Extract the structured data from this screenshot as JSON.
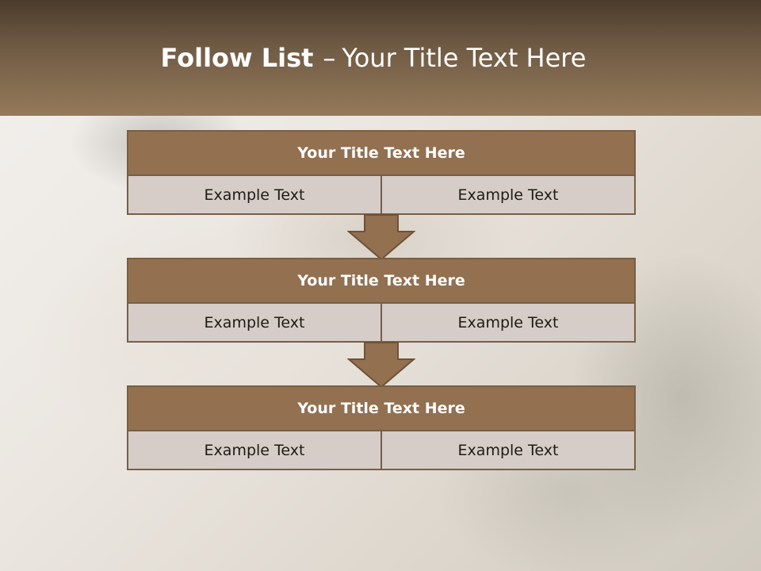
{
  "slide": {
    "title_strong": "Follow List",
    "title_separator": "–",
    "title_rest": "Your Title Text Here"
  },
  "blocks": [
    {
      "title": "Your Title Text Here",
      "left_text": "Example Text",
      "right_text": "Example Text"
    },
    {
      "title": "Your Title Text Here",
      "left_text": "Example Text",
      "right_text": "Example Text"
    },
    {
      "title": "Your Title Text Here",
      "left_text": "Example Text",
      "right_text": "Example Text"
    }
  ],
  "colors": {
    "header_dark": "#4a3b2c",
    "header_light": "#957a5a",
    "block_title_fill": "#927050",
    "block_border": "#7a5e42",
    "cell_fill": "#d6cdc8"
  },
  "icons": [
    "down-arrow-icon",
    "down-arrow-icon"
  ]
}
